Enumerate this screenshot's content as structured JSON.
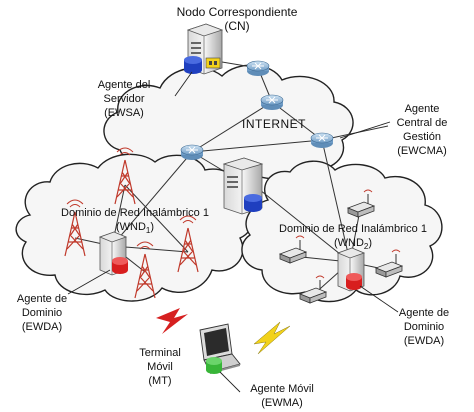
{
  "colors": {
    "cloud_fill": "#f6f6f6",
    "cloud_stroke": "#222222",
    "tower": "#c0392b",
    "router": "#8fb7d9",
    "link": "#333333",
    "lightning_red": "#d62020",
    "lightning_yellow": "#f2d21b",
    "db_blue": "#1f3fbf",
    "db_red": "#d81e1e",
    "db_green": "#38b538"
  },
  "icons": [
    "server-icon",
    "router-icon",
    "cell-tower-icon",
    "access-point-icon",
    "laptop-icon",
    "database-icon",
    "lightning-icon"
  ],
  "labels": {
    "cn_title": "Nodo Correspondiente",
    "cn_abbr": "(CN)",
    "ewsa_1": "Agente del",
    "ewsa_2": "Servidor",
    "ewsa_3": "(EWSA)",
    "internet": "INTERNET",
    "ewcma_1": "Agente",
    "ewcma_2": "Central de",
    "ewcma_3": "Gestión",
    "ewcma_4": "(EWCMA)",
    "wnd1_1": "Dominio de Red Inalámbrico 1",
    "wnd1_2a": "(WND",
    "wnd1_sub": "1",
    "wnd1_2b": ")",
    "wnd2_1": "Dominio de Red Inalámbrico 1",
    "wnd2_2a": "(WND",
    "wnd2_sub": "2",
    "wnd2_2b": ")",
    "ewda_left_1": "Agente de",
    "ewda_left_2": "Dominio",
    "ewda_left_3": "(EWDA)",
    "ewda_right_1": "Agente de",
    "ewda_right_2": "Dominio",
    "ewda_right_3": "(EWDA)",
    "mt_1": "Terminal",
    "mt_2": "Móvil",
    "mt_3": "(MT)",
    "ewma_1": "Agente Móvil",
    "ewma_2": "(EWMA)"
  }
}
